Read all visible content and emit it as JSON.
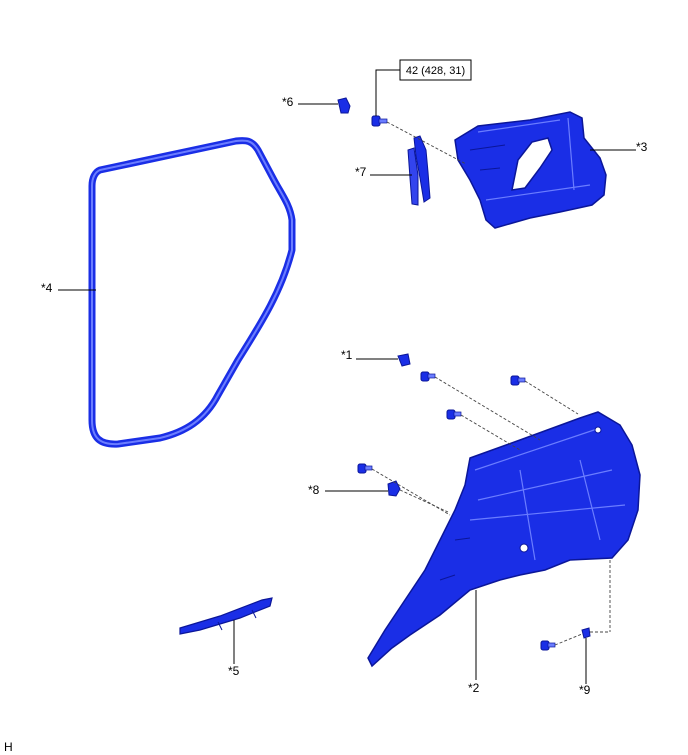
{
  "diagram": {
    "callouts": [
      {
        "id": "1",
        "text": "*1"
      },
      {
        "id": "2",
        "text": "*2"
      },
      {
        "id": "3",
        "text": "*3"
      },
      {
        "id": "4",
        "text": "*4"
      },
      {
        "id": "5",
        "text": "*5"
      },
      {
        "id": "6",
        "text": "*6"
      },
      {
        "id": "7",
        "text": "*7"
      },
      {
        "id": "8",
        "text": "*8"
      },
      {
        "id": "9",
        "text": "*9"
      }
    ],
    "torque_spec": "42 (428, 31)",
    "corner_mark": "H",
    "colors": {
      "part_fill": "#1a2ee6",
      "part_dark": "#0b1699",
      "part_light": "#6b7dff",
      "leader_line": "#000000",
      "dashed_line": "#444444"
    }
  }
}
